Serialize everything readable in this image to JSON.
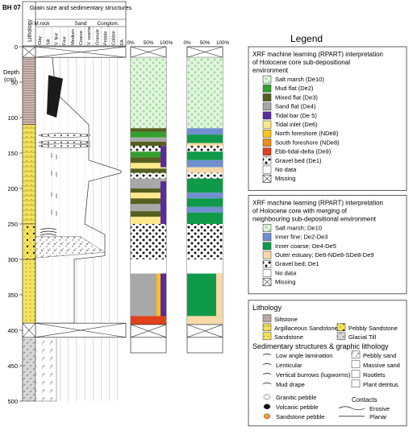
{
  "core": {
    "id": "BH 07",
    "header_title": "Grain size and sedimentary structures",
    "lithology_label": "Lithology",
    "depth_label": "Depth",
    "depth_unit": "(cm)",
    "groups": [
      "M.rock",
      "Sand",
      "Conglom."
    ],
    "grain_classes": [
      "Clay",
      "Silt",
      "V. fine",
      "Fine",
      "Medium",
      "Coarse",
      "V. coarse",
      "Granule",
      "Pebble",
      "Cobble",
      "FA"
    ],
    "depth_ticks": [
      "0",
      "50",
      "100",
      "150",
      "200",
      "250",
      "300",
      "350",
      "400",
      "450",
      "500"
    ],
    "pct_ticks": [
      "0%",
      "50%",
      "100%"
    ]
  },
  "legend": {
    "title": "Legend",
    "box1_title": "XRF machine learning  (RPART) interpretation of Holocene core sub-depositional environment",
    "box1_items": [
      {
        "label": "Salt marsh (De10)",
        "color": "#c8ecc4"
      },
      {
        "label": "Mud flat (De2)",
        "color": "#33a02c"
      },
      {
        "label": "Mixed flat (De3)",
        "color": "#55601f"
      },
      {
        "label": "Sand flat (De4)",
        "color": "#a8a8a8"
      },
      {
        "label": "Tidal bar (De 5)",
        "color": "#5b2a9e"
      },
      {
        "label": "Tidal inlet (De6)",
        "color": "#ffe98a"
      },
      {
        "label": "North foreshore (NDe8)",
        "color": "#fcc217"
      },
      {
        "label": "South foreshore (NDe8)",
        "color": "#f08c17"
      },
      {
        "label": "Ebb-tidal-delta (De9)",
        "color": "#e0401a"
      },
      {
        "label": "Gravel bed (De1)",
        "color": "dots"
      },
      {
        "label": "No data",
        "color": "#ffffff"
      },
      {
        "label": "Missing",
        "color": "cross"
      }
    ],
    "box2_title": "XRF machine learning  (RPART) interpretation of Holocene core with merging of neighbouring sub-depositional environment",
    "box2_items": [
      {
        "label": "Salt marsh; De10",
        "color": "#c8ecc4"
      },
      {
        "label": "Inner fine; De2-De3",
        "color": "#6f8fd0"
      },
      {
        "label": "Inner coarse; De4-De5",
        "color": "#0f9a4a"
      },
      {
        "label": "Outer estuary; De6-NDe8-SDe8-De9",
        "color": "#f7d9a8"
      },
      {
        "label": "Gravel bed; De1",
        "color": "dots"
      },
      {
        "label": "No data",
        "color": "#ffffff"
      },
      {
        "label": "Missing",
        "color": "cross"
      }
    ],
    "lith_title": "Lithology",
    "lith_items": [
      "Siltstone",
      "Argillaceous Sandstone",
      "Pebbly Sandstone",
      "Sandstone",
      "Glacial Till"
    ],
    "struct_title": "Sedimentary structures & graphic lithology",
    "struct_left": [
      "Low angle lamination",
      "Lenticular",
      "Vertical burrows (lugworms)",
      "Mud drape"
    ],
    "struct_right": [
      "Pebbly sand",
      "Massive sand",
      "Rootlets",
      "Plant detritus"
    ],
    "pebbles": [
      "Granitic pebble",
      "Volcanic pebble",
      "Sandstone pebble"
    ],
    "contacts_title": "Contacts",
    "contacts": [
      "Erosive",
      "Planar"
    ]
  },
  "colors": {
    "siltstone": "#c9b6b0",
    "sandstone_yellow": "#f4e35c",
    "salt_marsh": "#c8ecc4",
    "mud_flat": "#33a02c",
    "mixed_flat": "#55601f",
    "sand_flat": "#a8a8a8",
    "tidal_bar": "#5b2a9e",
    "tidal_inlet": "#ffe98a",
    "north_foreshore": "#fcc217",
    "south_foreshore": "#f08c17",
    "ebb_delta": "#e0401a",
    "inner_fine": "#6f8fd0",
    "inner_coarse": "#0f9a4a",
    "outer_estuary": "#f7d9a8"
  }
}
